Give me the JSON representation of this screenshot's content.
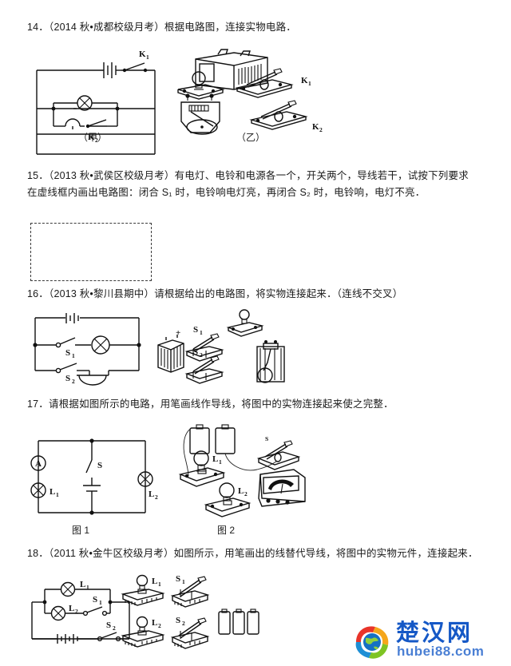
{
  "document": {
    "type": "physics-worksheet-scan",
    "language": "zh-CN",
    "watermark": {
      "brand": "楚汉网",
      "domain": "hubei88.com",
      "brand_color": "#1558c6",
      "domain_color": "#4a7fd4"
    }
  },
  "questions": [
    {
      "number": "14",
      "text": "14．（2014 秋•成都校级月考）根据电路图，连接实物电路．",
      "figures": [
        {
          "caption": "（甲）",
          "kind": "schematic",
          "components": [
            "battery",
            "switch K₁",
            "lamp",
            "bell",
            "switch K₂"
          ],
          "labels": [
            "K₁",
            "K₂"
          ]
        },
        {
          "caption": "（乙）",
          "kind": "pictorial",
          "components": [
            "battery",
            "lamp on base",
            "electric bell",
            "knife switch K₁",
            "knife switch K₂"
          ],
          "labels": [
            "K₁",
            "K₂"
          ]
        }
      ]
    },
    {
      "number": "15",
      "text": "15．（2013 秋•武侯区校级月考）有电灯、电铃和电源各一个，开关两个，导线若干，试按下列要求在虚线框内画出电路图：闭合 S₁ 时，电铃响电灯亮，再闭合 S₂ 时，电铃响，电灯不亮．",
      "figures": [
        {
          "caption": "",
          "kind": "empty-dashed-answer-box",
          "components": [],
          "labels": []
        }
      ]
    },
    {
      "number": "16",
      "text": "16．（2013 秋•黎川县期中）请根据给出的电路图，将实物连接起来．（连线不交叉）",
      "figures": [
        {
          "caption": "",
          "kind": "schematic",
          "components": [
            "battery",
            "switch S₁",
            "lamp",
            "switch S₂",
            "bell"
          ],
          "labels": [
            "S₁",
            "S₂"
          ]
        },
        {
          "caption": "",
          "kind": "pictorial",
          "components": [
            "battery",
            "knife switch S₁",
            "knife switch S₂",
            "lamp on base",
            "electric bell"
          ],
          "labels": [
            "S₁",
            "S₂",
            "+",
            "−"
          ]
        }
      ]
    },
    {
      "number": "17",
      "text": "17．请根据如图所示的电路，用笔画线作导线，将图中的实物连接起来使之完整．",
      "figures": [
        {
          "caption": "图 1",
          "kind": "schematic",
          "components": [
            "ammeter A",
            "lamp L₁",
            "switch S",
            "battery",
            "lamp L₂"
          ],
          "labels": [
            "A",
            "L₁",
            "S",
            "L₂"
          ]
        },
        {
          "caption": "图 2",
          "kind": "pictorial",
          "components": [
            "two dry cells",
            "knife switch S",
            "lamp L₁ on base",
            "lamp L₂ on base",
            "ammeter"
          ],
          "labels": [
            "L₁",
            "L₂",
            "S"
          ]
        }
      ]
    },
    {
      "number": "18",
      "text": "18．（2011 秋•金牛区校级月考）如图所示，用笔画出的线替代导线，将图中的实物元件，连接起来．",
      "figures": [
        {
          "caption": "",
          "kind": "schematic",
          "components": [
            "lamp L₁",
            "lamp L₂",
            "switch S₁",
            "battery",
            "switch S₂"
          ],
          "labels": [
            "L₁",
            "L₂",
            "S₁",
            "S₂"
          ]
        },
        {
          "caption": "",
          "kind": "pictorial",
          "components": [
            "lamp L₁ on base",
            "lamp L₂ on base",
            "knife switch S₁",
            "knife switch S₂",
            "three dry cells"
          ],
          "labels": [
            "L₁",
            "L₂",
            "S₁",
            "S₂"
          ]
        }
      ]
    }
  ],
  "figure_labels": {
    "jia": "（甲）",
    "yi": "（乙）",
    "tu1": "图 1",
    "tu2": "图 2",
    "K1": "K",
    "K1sub": "1",
    "K2": "K",
    "K2sub": "2",
    "S1": "S",
    "S1sub": "1",
    "S2": "S",
    "S2sub": "2",
    "S": "S",
    "A": "A",
    "L1": "L",
    "L1sub": "1",
    "L2": "L",
    "L2sub": "2",
    "plus": "+",
    "minus": "—"
  }
}
